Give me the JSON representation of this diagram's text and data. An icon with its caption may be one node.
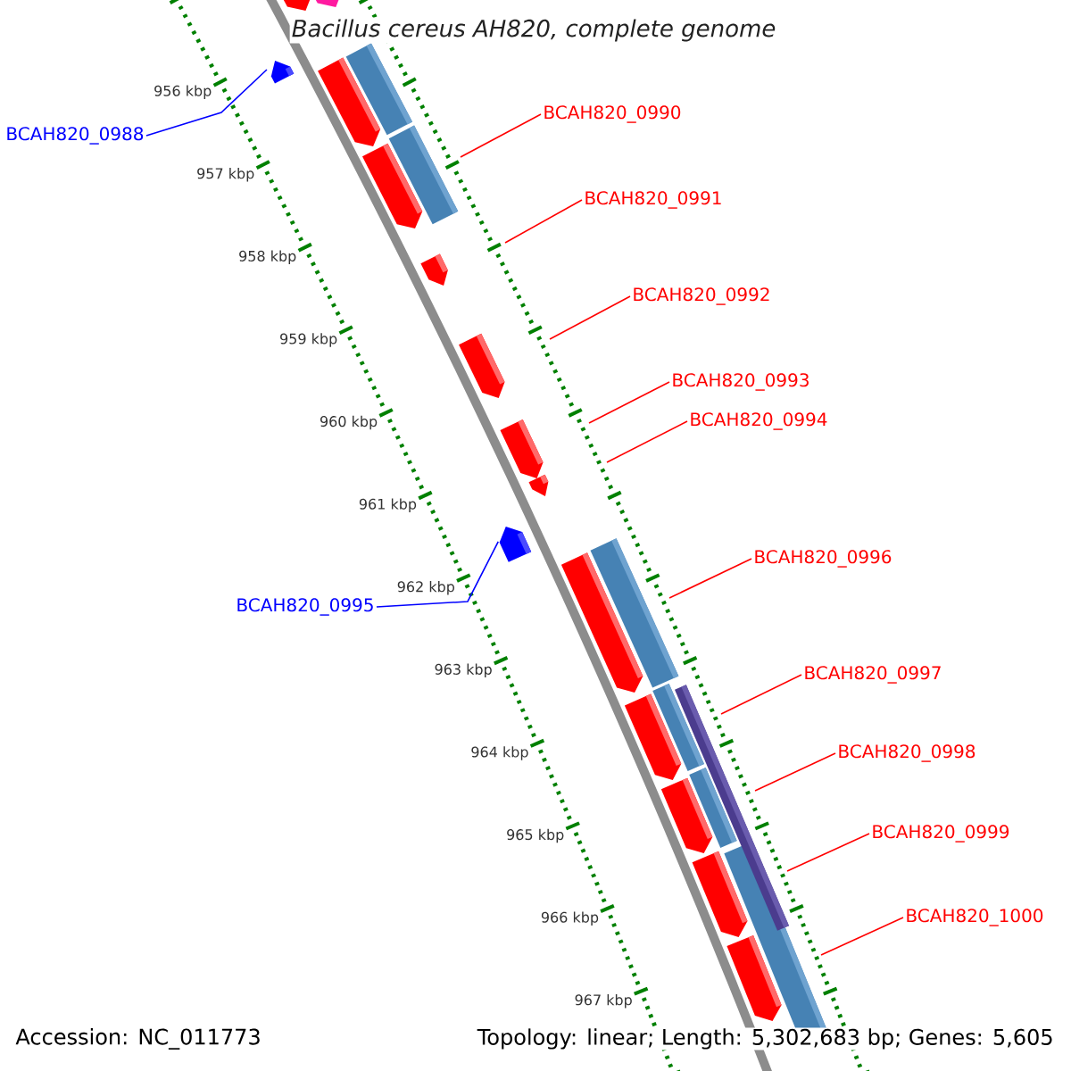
{
  "diagram": {
    "title": "Bacillus cereus AH820, complete genome",
    "nodes": [
      {
        "text": [
          "BCAH820_0988"
        ]
      },
      {
        "text": [
          "BCAH820_0990"
        ]
      },
      {
        "text": [
          "BCAH820_0991"
        ]
      },
      {
        "text": [
          "BCAH820_0992"
        ]
      },
      {
        "text": [
          "BCAH820_0993"
        ]
      },
      {
        "text": [
          "BCAH820_0994"
        ]
      },
      {
        "text": [
          "BCAH820_0995"
        ]
      },
      {
        "text": [
          "BCAH820_0996"
        ]
      },
      {
        "text": [
          "BCAH820_0997"
        ]
      },
      {
        "text": [
          "BCAH820_0998"
        ]
      },
      {
        "text": [
          "BCAH820_0999"
        ]
      },
      {
        "text": [
          "BCAH820_1000"
        ]
      },
      {
        "text": [],
        "shape": "arrow"
      },
      {
        "text": [],
        "shape": "arrow"
      }
    ],
    "edges": [
      {
        "from": 0,
        "to": 12,
        "arrow": "none",
        "color": "#0000ff"
      },
      {
        "from": 1,
        "to": null,
        "arrow": "none"
      },
      {
        "from": 2,
        "to": null,
        "arrow": "none"
      },
      {
        "from": 3,
        "to": null,
        "arrow": "none"
      },
      {
        "from": 4,
        "to": null,
        "arrow": "none"
      },
      {
        "from": 5,
        "to": null,
        "arrow": "none"
      },
      {
        "from": 6,
        "to": 13,
        "arrow": "none",
        "color": "#0000ff"
      },
      {
        "from": 7,
        "to": null,
        "arrow": "none"
      },
      {
        "from": 8,
        "to": null,
        "arrow": "none"
      },
      {
        "from": 9,
        "to": null,
        "arrow": "none"
      },
      {
        "from": 10,
        "to": null,
        "arrow": "none"
      },
      {
        "from": 11,
        "to": null,
        "arrow": "none"
      }
    ],
    "labels": [
      "956 kbp",
      "957 kbp",
      "958 kbp",
      "959 kbp",
      "960 kbp",
      "961 kbp",
      "962 kbp",
      "963 kbp",
      "964 kbp",
      "965 kbp",
      "966 kbp",
      "967 kbp",
      "Accession: NC_011773",
      "Topology: linear; Length: 5,302,683 bp; Genes: 5,605"
    ]
  }
}
